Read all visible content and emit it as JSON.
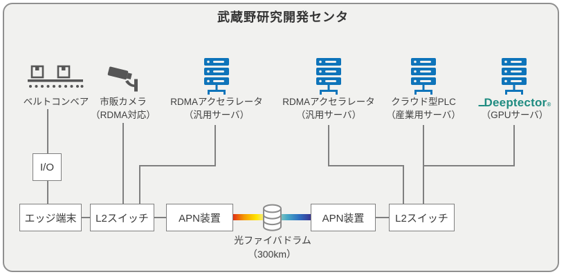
{
  "title": "武蔵野研究開発センタ",
  "devices": {
    "conveyor": {
      "label": "ベルトコンベア"
    },
    "camera": {
      "label": "市販カメラ",
      "sublabel": "（RDMA対応）"
    },
    "rdma1": {
      "label": "RDMAアクセラレータ",
      "sublabel": "（汎用サーバ）"
    },
    "rdma2": {
      "label": "RDMAアクセラレータ",
      "sublabel": "（汎用サーバ）"
    },
    "plc": {
      "label": "クラウド型PLC",
      "sublabel": "（産業用サーバ）"
    },
    "deeptector": {
      "brand": "Deeptector",
      "reg": "®",
      "sublabel": "（GPUサーバ）"
    }
  },
  "boxes": {
    "io": "I/O",
    "edge": "エッジ端末",
    "l2_left": "L2スイッチ",
    "apn_left": "APN装置",
    "apn_right": "APN装置",
    "l2_right": "L2スイッチ"
  },
  "fiber": {
    "label": "光ファイバドラム",
    "sublabel": "（300km）"
  },
  "colors": {
    "server_blue": "#0e74ba",
    "icon_gray": "#565656",
    "deeptector_teal": "#1e8b80",
    "frame_border": "#8f8f8f",
    "frame_bg": "#f1f1ef",
    "connector": "#7f7f7f"
  }
}
